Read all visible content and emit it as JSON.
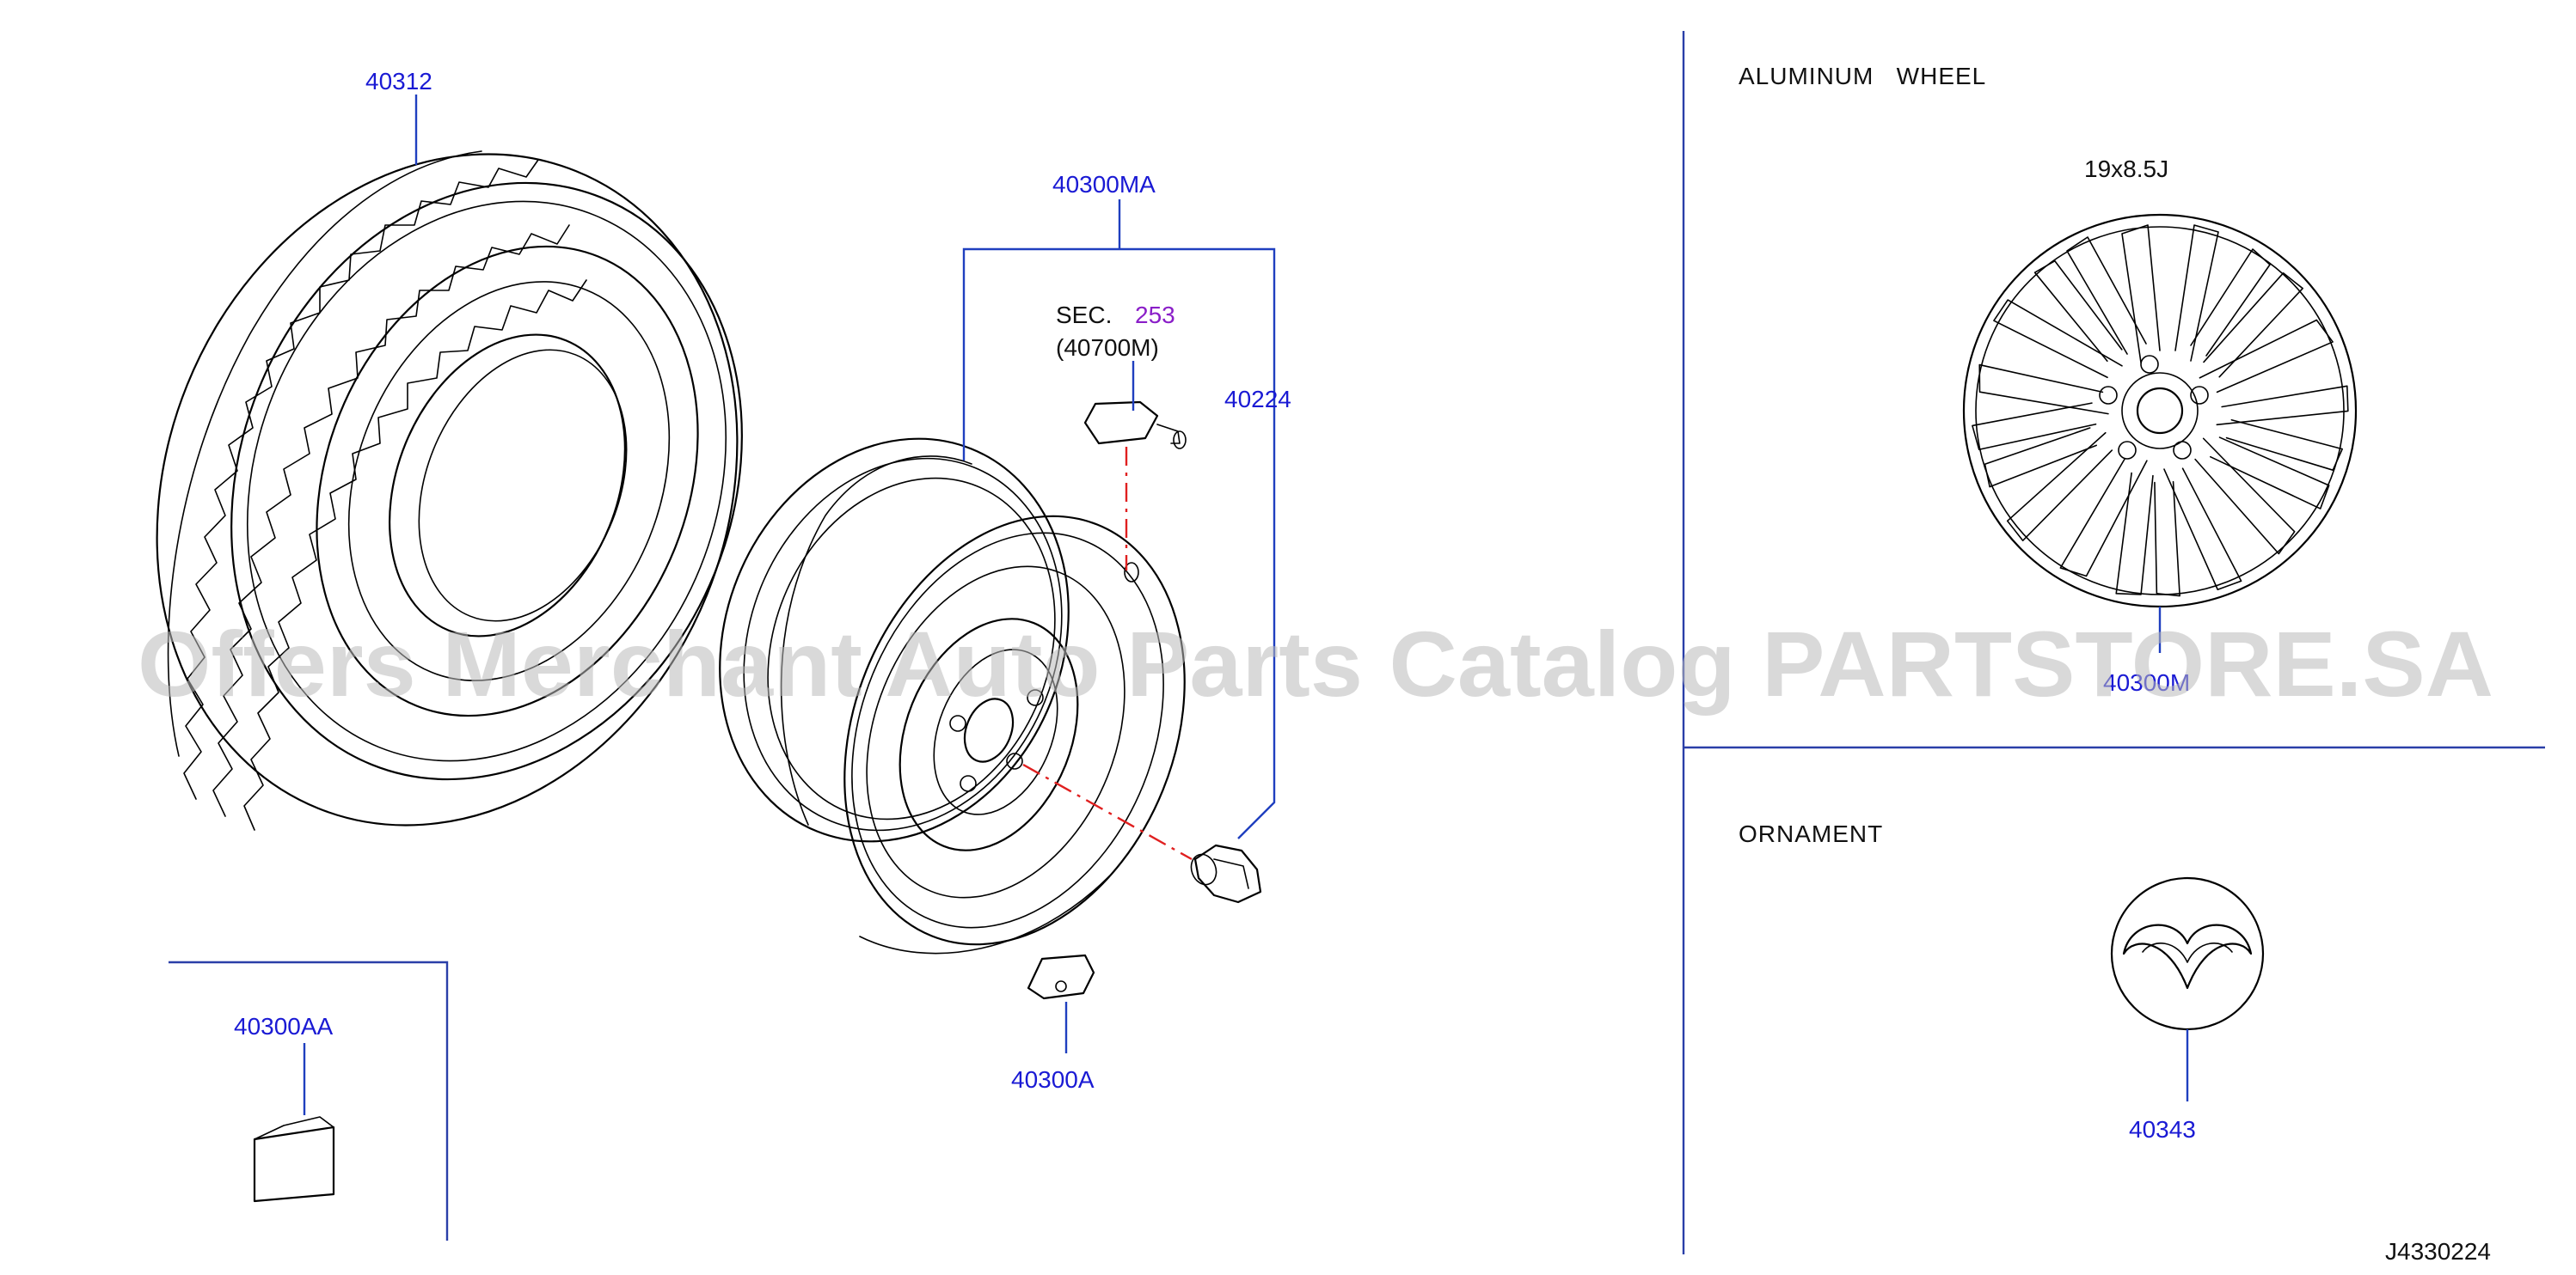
{
  "parts": {
    "tire": "40312",
    "wheel_assembly": "40300MA",
    "nut": "40224",
    "weight_a": "40300A",
    "weight_aa": "40300AA",
    "alloy_wheel": "40300M",
    "ornament": "40343"
  },
  "sensor_ref": {
    "sec_label": "SEC.",
    "sec_number": "253",
    "sec_part": "(40700M)"
  },
  "panels": {
    "aluminum_wheel_title": "ALUMINUM   WHEEL",
    "wheel_size": "19x8.5J",
    "ornament_title": "ORNAMENT"
  },
  "diagram_id": "J4330224",
  "watermark": "Offers Merchant Auto Parts Catalog PARTSTORE.SA",
  "colors": {
    "part_number": "#1a1ad4",
    "leader_line": "#1f3fbf",
    "center_line": "#e02020",
    "section_ref": "#8a1ec8"
  }
}
